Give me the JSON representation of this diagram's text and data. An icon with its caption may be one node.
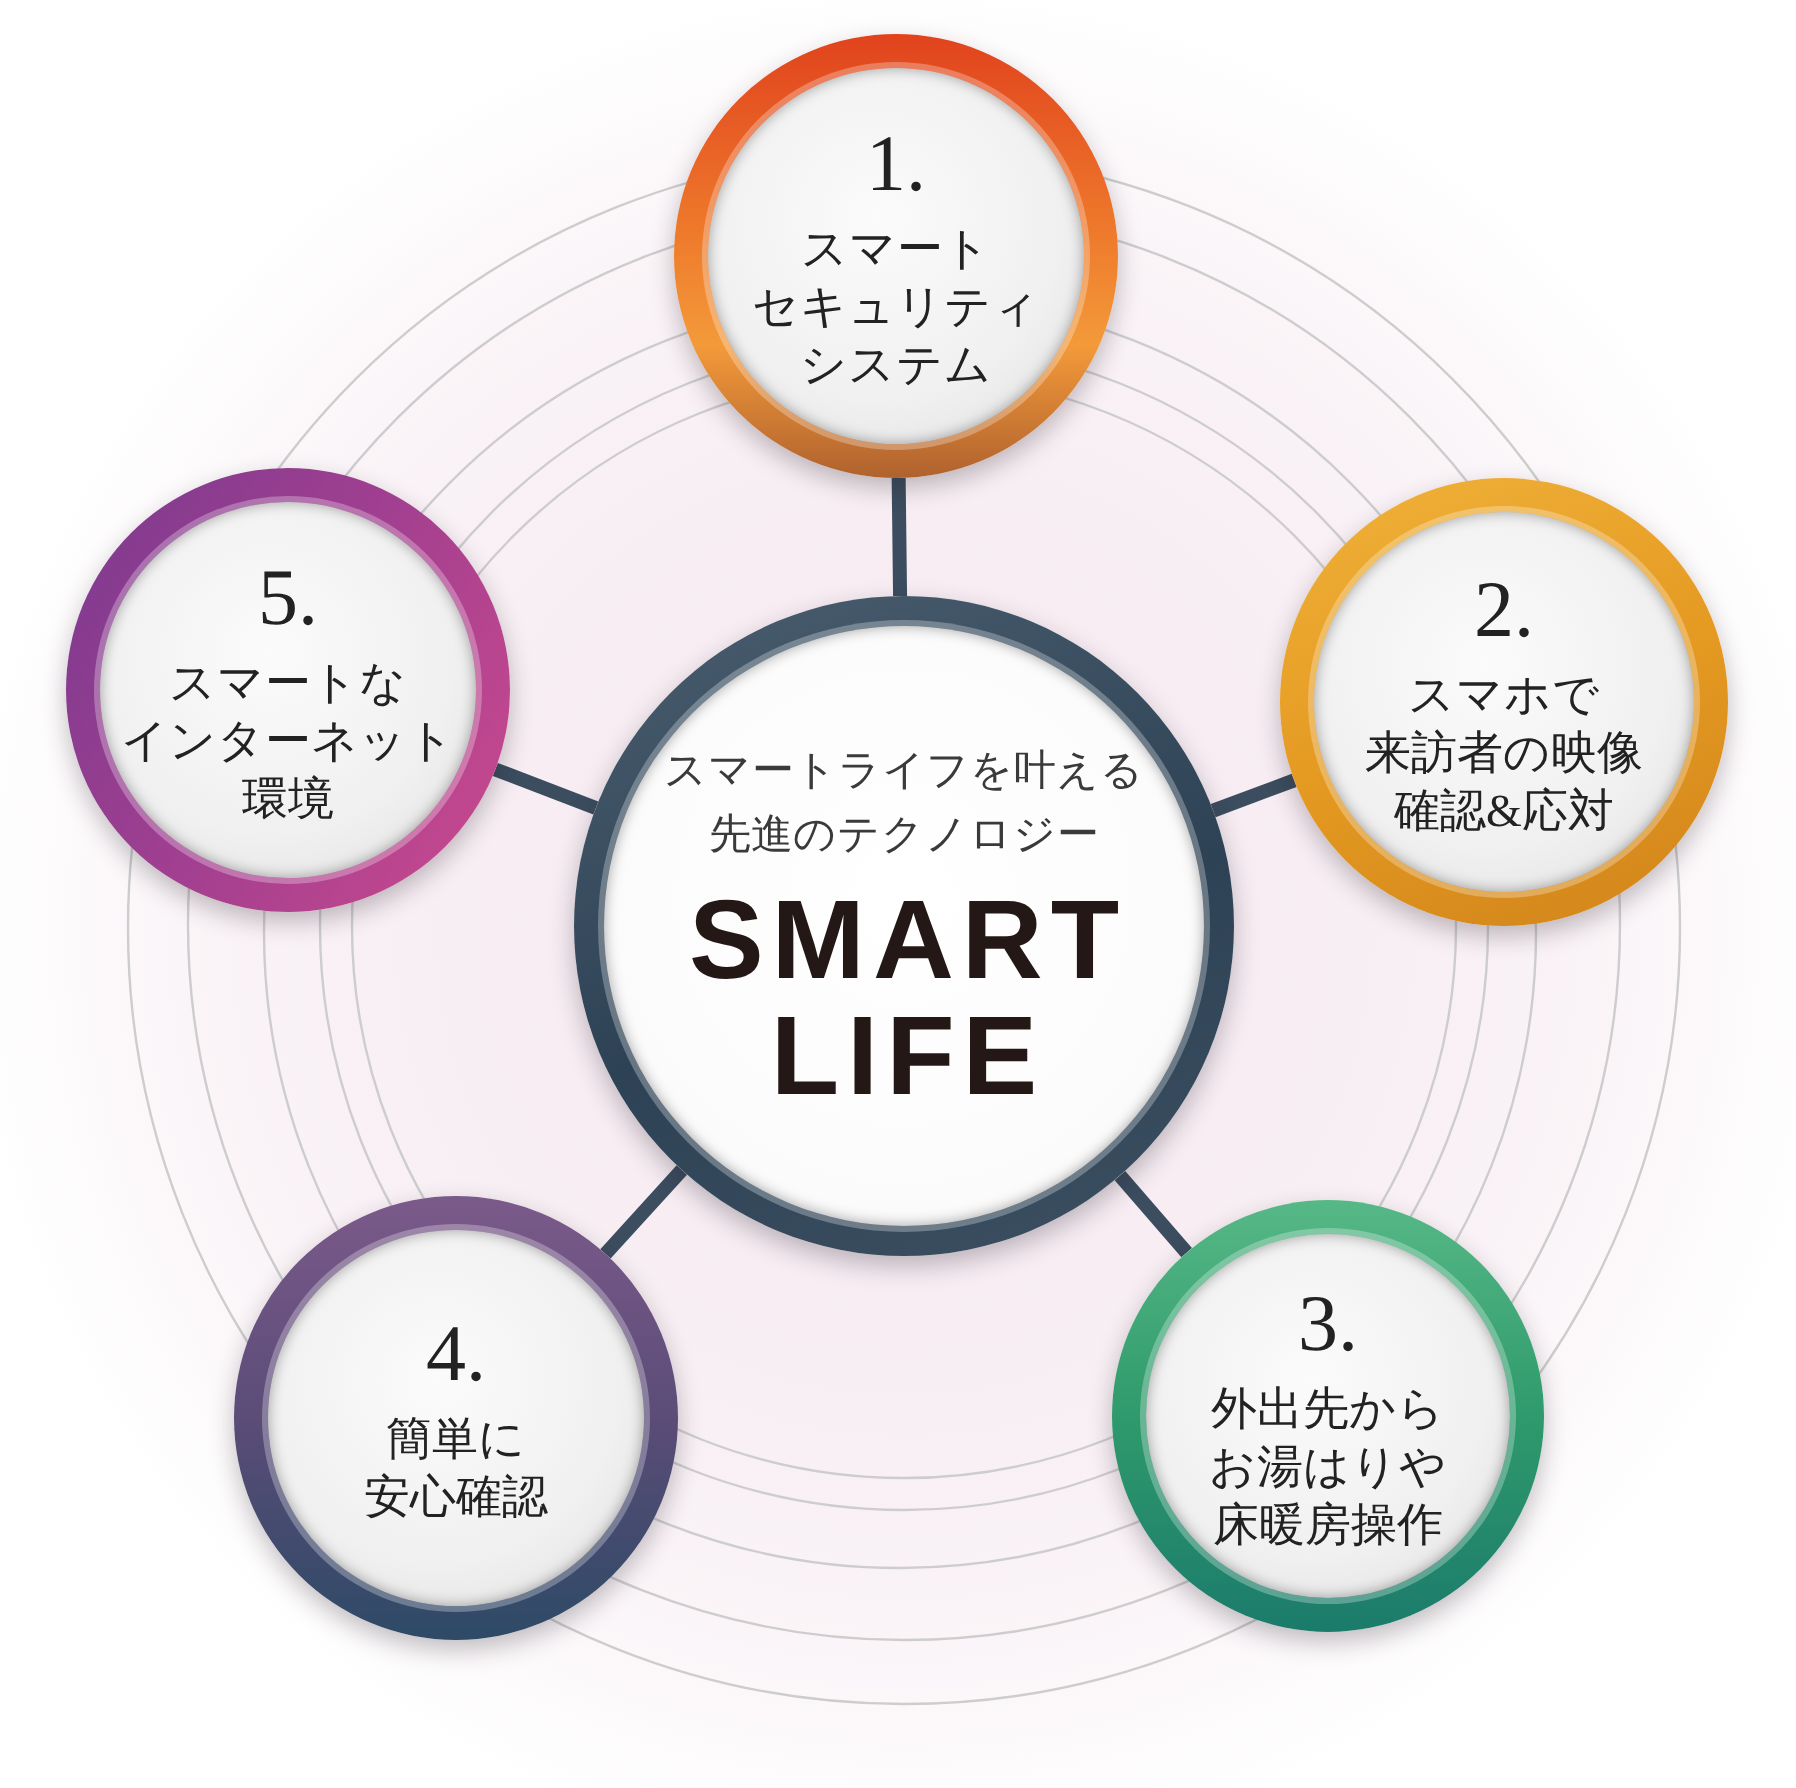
{
  "diagram": {
    "nodes": [
      {
        "text": [
          "スマートライフを叶える先進のテクノロジー",
          "SMART LIFE"
        ]
      },
      {
        "text": [
          "1.",
          "スマートセキュリティシステム"
        ]
      },
      {
        "text": [
          "2.",
          "スマホで来訪者の映像確認&応対"
        ]
      },
      {
        "text": [
          "3.",
          "外出先からお湯はりや床暖房操作"
        ]
      },
      {
        "text": [
          "4.",
          "簡単に安心確認"
        ]
      },
      {
        "text": [
          "5.",
          "スマートなインターネット環境"
        ]
      }
    ],
    "edges": [
      {
        "from": 0,
        "to": 1,
        "arrow": "none"
      },
      {
        "from": 0,
        "to": 2,
        "arrow": "none"
      },
      {
        "from": 0,
        "to": 3,
        "arrow": "none"
      },
      {
        "from": 0,
        "to": 4,
        "arrow": "none"
      },
      {
        "from": 0,
        "to": 5,
        "arrow": "none"
      }
    ]
  }
}
